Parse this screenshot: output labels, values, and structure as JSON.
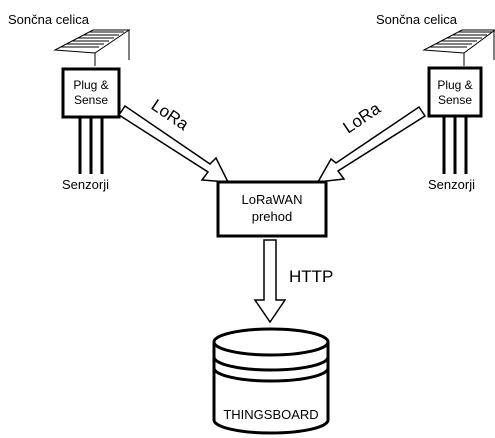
{
  "left_node": {
    "solar_label": "Sončna celica",
    "device_label_line1": "Plug &",
    "device_label_line2": "Sense",
    "sensors_label": "Senzorji"
  },
  "right_node": {
    "solar_label": "Sončna celica",
    "device_label_line1": "Plug &",
    "device_label_line2": "Sense",
    "sensors_label": "Senzorji"
  },
  "links": {
    "left_protocol": "LoRa",
    "right_protocol": "LoRa",
    "uplink_protocol": "HTTP"
  },
  "gateway": {
    "line1": "LoRaWAN",
    "line2": "prehod"
  },
  "platform": {
    "label": "THINGSBOARD"
  }
}
